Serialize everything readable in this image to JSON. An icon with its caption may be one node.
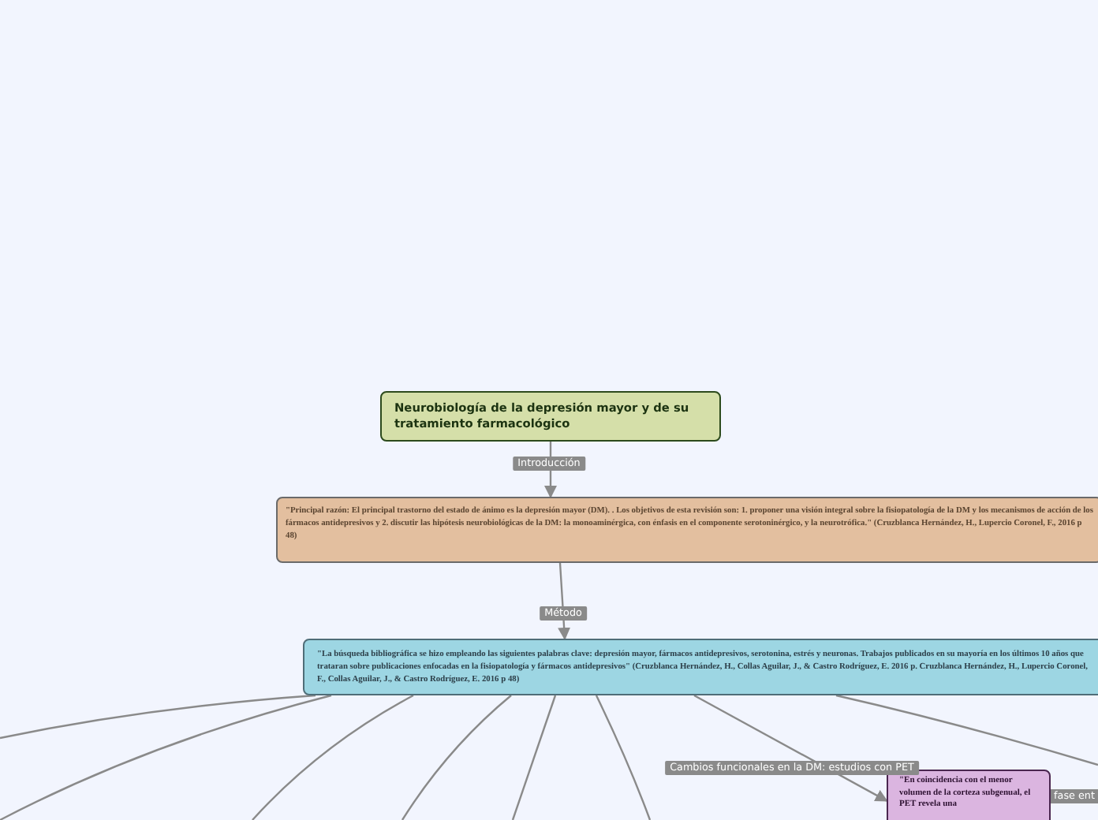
{
  "diagram": {
    "nodes": [
      {
        "text": [
          "Neurobiología de la depresión mayor y de su tratamiento farmacológico"
        ]
      },
      {
        "text": [
          "\"Principal razón: El principal trastorno del estado de ánimo es la depresión mayor (DM). . Los objetivos de esta revisión son: 1. proponer una visión integral sobre la fisiopatología de la DM y los mecanismos de acción de los fármacos antidepresivos y 2. discutir las hipótesis neurobiológicas de la DM: la monoaminérgica, con énfasis en el componente serotoninérgico, y la neurotrófica.\" (Cruzblanca Hernández, H., Lupercio Coronel, F., 2016 p 48)"
        ]
      },
      {
        "text": [
          "\"La búsqueda bibliográfica se hizo empleando las siguientes palabras clave: depresión mayor, fármacos antidepresivos, serotonina, estrés y neuronas. Trabajos publicados en su mayoría en los últimos 10 años que trataran sobre publicaciones enfocadas en la fisiopatología y fármacos antidepresivos\" (Cruzblanca Hernández, H., Collas Aguilar, J., & Castro Rodríguez, E. 2016 p. Cruzblanca Hernández, H., Lupercio Coronel, F., Collas Aguilar, J., & Castro Rodríguez, E. 2016 p 48)"
        ]
      },
      {
        "text": [
          "\"En coincidencia con el menor volumen de la corteza subgenual, el PET revela una"
        ]
      }
    ],
    "edges": [
      {
        "from": 0,
        "to": 1,
        "arrow": "to",
        "label": "Introducción"
      },
      {
        "from": 1,
        "to": 2,
        "arrow": "to",
        "label": "Método"
      },
      {
        "from": 2,
        "to": null,
        "arrow": "none"
      },
      {
        "from": 2,
        "to": null,
        "arrow": "none"
      },
      {
        "from": 2,
        "to": null,
        "arrow": "none"
      },
      {
        "from": 2,
        "to": null,
        "arrow": "none"
      },
      {
        "from": 2,
        "to": null,
        "arrow": "none"
      },
      {
        "from": 2,
        "to": null,
        "arrow": "none"
      },
      {
        "from": 2,
        "to": 3,
        "arrow": "to",
        "label": "Cambios funcionales en la DM: estudios con PET"
      },
      {
        "from": 2,
        "to": null,
        "arrow": "none",
        "label": "fase ent"
      }
    ]
  }
}
